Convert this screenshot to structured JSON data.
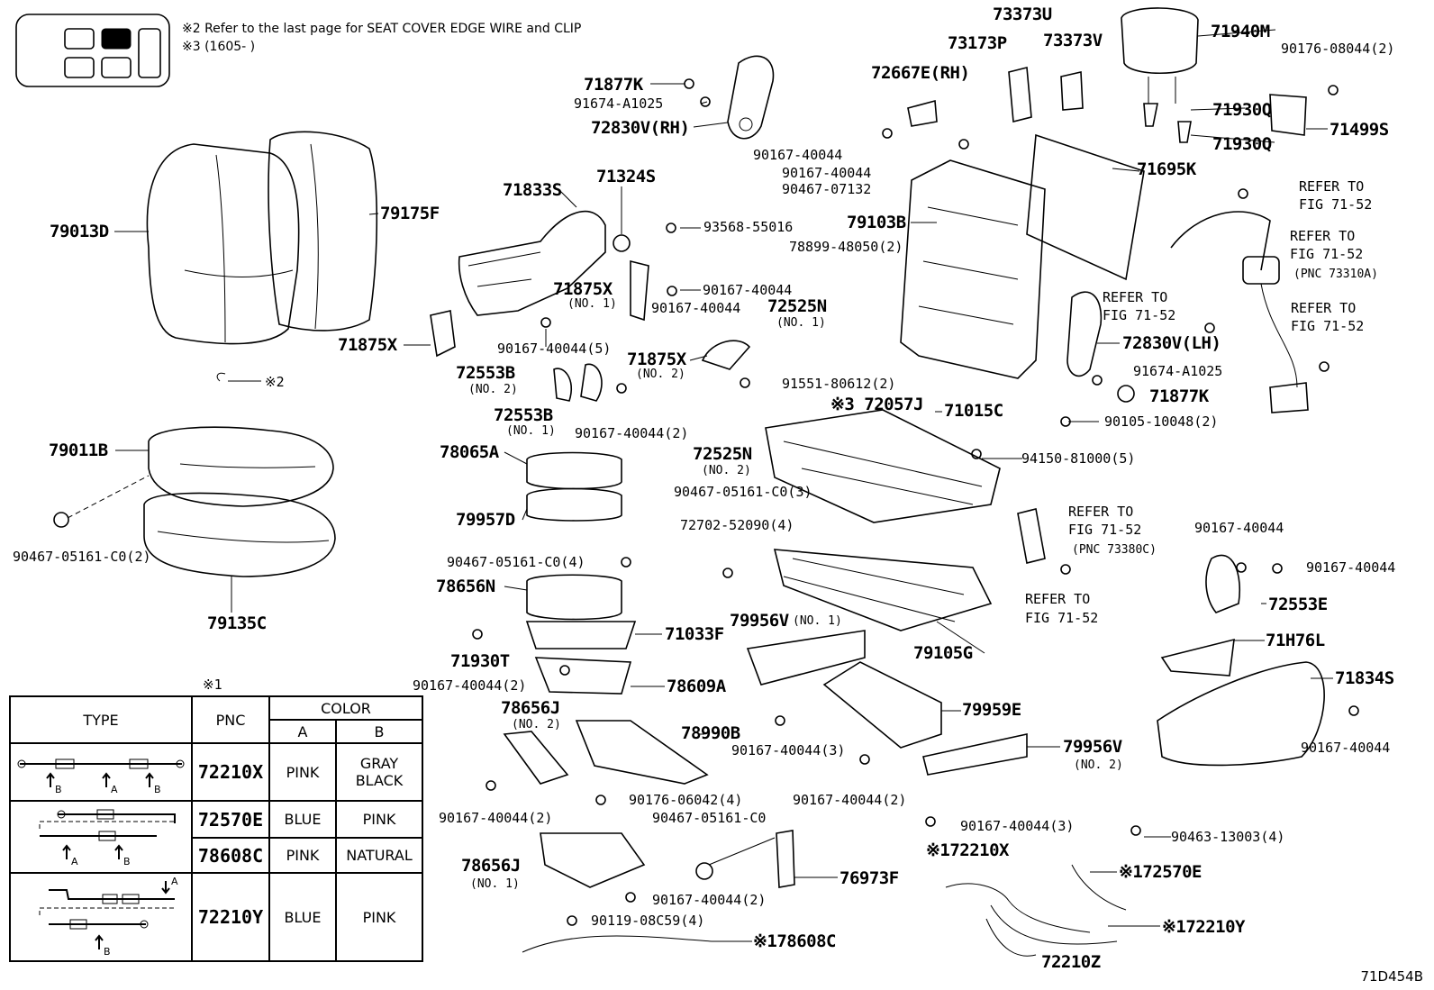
{
  "notes": {
    "note2": "※2 Refer to the last page for SEAT COVER EDGE WIRE and CLIP",
    "note3": "※3 (1605-      )",
    "legend_marker": "※1",
    "ring_marker": "※2"
  },
  "diagram_code": "71D454B",
  "labels": {
    "p79013D": "79013D",
    "p79175F": "79175F",
    "p71833S": "71833S",
    "p71324S": "71324S",
    "p93568": "93568-55016",
    "p71877K_top": "71877K",
    "p91674_top": "91674-A1025",
    "p72830V_RH": "72830V(RH)",
    "p71875X_1": "71875X",
    "p71875X_1_sub": "(NO. 1)",
    "p90167_a": "90167-40044",
    "p90167_b": "90167-40044",
    "p71875X_side": "71875X",
    "p90167_5": "90167-40044(5)",
    "p71875X_2": "71875X",
    "p71875X_2_sub": "(NO. 2)",
    "p72553B_2": "72553B",
    "p72553B_2_sub": "(NO. 2)",
    "p72553B_1": "72553B",
    "p72553B_1_sub": "(NO. 1)",
    "p90167_2a": "90167-40044(2)",
    "p73373U": "73373U",
    "p73173P": "73173P",
    "p73373V": "73373V",
    "p71940M": "71940M",
    "p90176_08044": "90176-08044(2)",
    "p72667E": "72667E(RH)",
    "p71930Q_a": "71930Q",
    "p71930Q_b": "71930Q",
    "p71499S": "71499S",
    "p90167_c": "90167-40044",
    "p90167_d": "90167-40044",
    "p90467_07132": "90467-07132",
    "p71695K": "71695K",
    "p79103B": "79103B",
    "p78899": "78899-48050(2)",
    "p72525N_1": "72525N",
    "p72525N_1_sub": "(NO. 1)",
    "refer1a": "REFER TO",
    "refer1b": "FIG 71-52",
    "refer2a": "REFER TO",
    "refer2b": "FIG 71-52",
    "refer2c": "(PNC 73310A)",
    "refer3a": "REFER TO",
    "refer3b": "FIG 71-52",
    "refer4a": "REFER TO",
    "refer4b": "FIG 71-52",
    "p72830V_LH": "72830V(LH)",
    "p91674_b": "91674-A1025",
    "p71877K_b": "71877K",
    "p91551": "91551-80612(2)",
    "p72057J": "※3 72057J",
    "p71015C": "71015C",
    "p90105": "90105-10048(2)",
    "p79011B": "79011B",
    "p90467_c0_2": "90467-05161-C0(2)",
    "p79135C": "79135C",
    "p78065A": "78065A",
    "p90467_c0_3": "90467-05161-C0(3)",
    "p79957D": "79957D",
    "p90467_c0_4": "90467-05161-C0(4)",
    "p72525N_2": "72525N",
    "p72525N_2_sub": "(NO. 2)",
    "p94150": "94150-81000(5)",
    "p72702": "72702-52090(4)",
    "refer5a": "REFER TO",
    "refer5b": "FIG 71-52",
    "refer5c": "(PNC 73380C)",
    "refer6a": "REFER TO",
    "refer6b": "FIG 71-52",
    "p90167_e": "90167-40044",
    "p90167_f": "90167-40044",
    "p72553E": "72553E",
    "p78656N": "78656N",
    "p71033F": "71033F",
    "p79956V_1": "79956V",
    "p79956V_1_sub": "(NO. 1)",
    "p79105G": "79105G",
    "p71930T": "71930T",
    "p90167_2b": "90167-40044(2)",
    "p78609A": "78609A",
    "p71H76L": "71H76L",
    "p71834S": "71834S",
    "p78656J_2": "78656J",
    "p78656J_2_sub": "(NO. 2)",
    "p78990B": "78990B",
    "p79959E": "79959E",
    "p90167_3a": "90167-40044(3)",
    "p90167_g": "90167-40044",
    "p79956V_2": "79956V",
    "p79956V_2_sub": "(NO. 2)",
    "p90176_06042": "90176-06042(4)",
    "p90167_2c": "90167-40044(2)",
    "p90167_2d": "90167-40044(2)",
    "p90467_c0": "90467-05161-C0",
    "p90167_3b": "90167-40044(3)",
    "p90463": "90463-13003(4)",
    "p72210X": "※172210X",
    "p78656J_1": "78656J",
    "p78656J_1_sub": "(NO. 1)",
    "p76973F": "76973F",
    "p72570E": "※172570E",
    "p90167_2e": "90167-40044(2)",
    "p90119": "90119-08C59(4)",
    "p72210Y": "※172210Y",
    "p78608C": "※178608C",
    "p72210Z": "72210Z"
  },
  "legend": {
    "headers": {
      "type": "TYPE",
      "pnc": "PNC",
      "color": "COLOR",
      "a": "A",
      "b": "B"
    },
    "rows": [
      {
        "pnc": "72210X",
        "a": "PINK",
        "b1": "GRAY",
        "b2": "BLACK"
      },
      {
        "pnc": "72570E",
        "a": "BLUE",
        "b1": "PINK",
        "b2": ""
      },
      {
        "pnc": "78608C",
        "a": "PINK",
        "b1": "NATURAL",
        "b2": ""
      },
      {
        "pnc": "72210Y",
        "a": "BLUE",
        "b1": "PINK",
        "b2": ""
      }
    ],
    "markers": {
      "a": "A",
      "b": "B"
    }
  }
}
